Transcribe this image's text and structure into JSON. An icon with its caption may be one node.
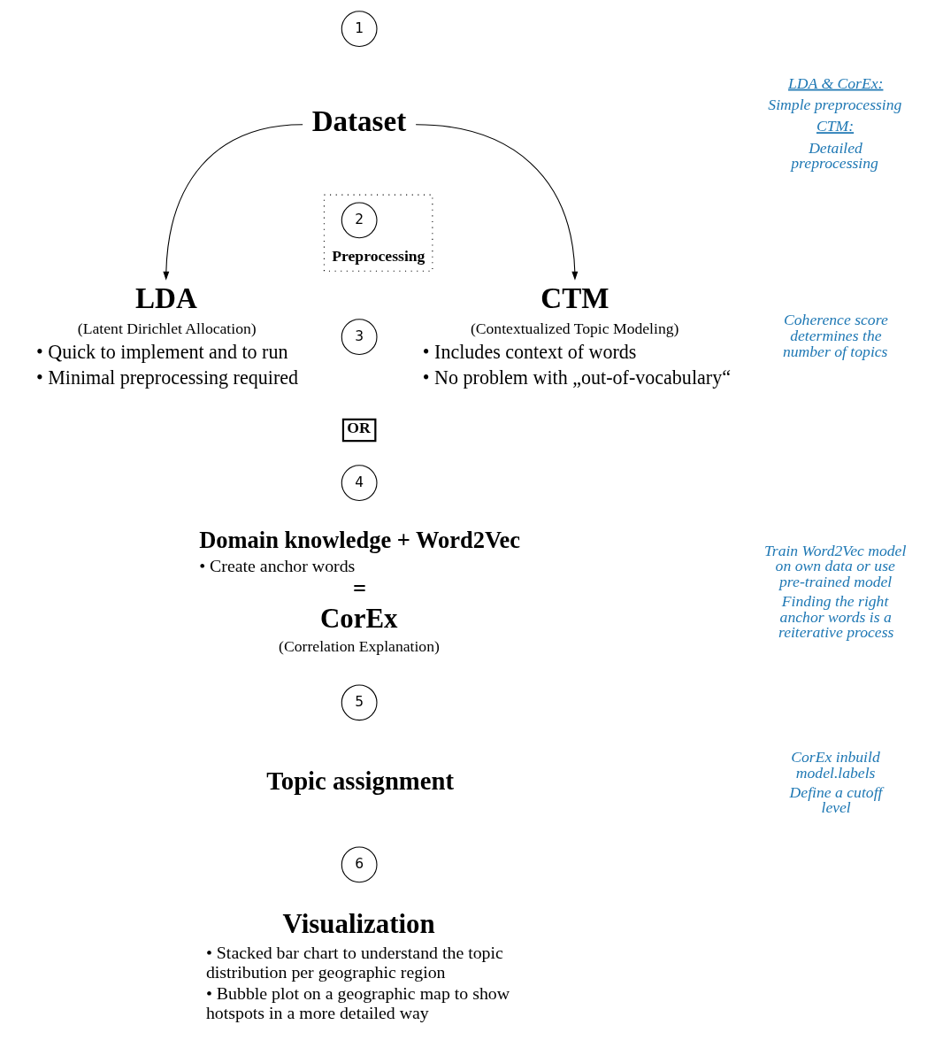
{
  "diagram": {
    "nodes": [
      {
        "text": [
          "1"
        ]
      },
      {
        "text": [
          "Dataset"
        ]
      },
      {
        "text": [
          "Preprocessing"
        ]
      },
      {
        "text": [
          "2"
        ],
        "in": 2
      },
      {
        "text": [
          "LDA",
          "(Latent Dirichlet Allocation)",
          "• Quick to implement and to run",
          "• Minimal preprocessing required"
        ]
      },
      {
        "text": [
          "3"
        ]
      },
      {
        "text": [
          "OR"
        ]
      },
      {
        "text": [
          "CTM",
          "(Contextualized Topic Modeling)",
          "• Includes context of words",
          "• No problem with „out-of-vocabulary“"
        ]
      },
      {
        "text": [
          "4"
        ]
      },
      {
        "text": [
          "5"
        ]
      },
      {
        "text": [
          "6"
        ]
      }
    ],
    "edges": [
      {
        "from": 1,
        "to": 4,
        "arrow": "to"
      },
      {
        "from": 1,
        "to": 7,
        "arrow": "to"
      }
    ],
    "labels": [
      "Domain knowledge + Word2Vec",
      "• Create anchor words",
      "=",
      "CorEx",
      "(Correlation Explanation)",
      "Topic assignment",
      "Visualization",
      "• Stacked bar chart to understand the topic distribution per geographic region",
      "• Bubble plot on a geographic map to show hotspots in a more detailed way",
      "LDA & CorEx:",
      "Simple preprocessing",
      "CTM:",
      "Detailed preprocessing",
      "Coherence score determines the number of topics",
      "Train Word2Vec model on own data or use pre-trained model",
      "Finding the right anchor words is a reiterative process",
      "CorEx inbuild model.labels",
      "Define a cutoff level"
    ]
  }
}
